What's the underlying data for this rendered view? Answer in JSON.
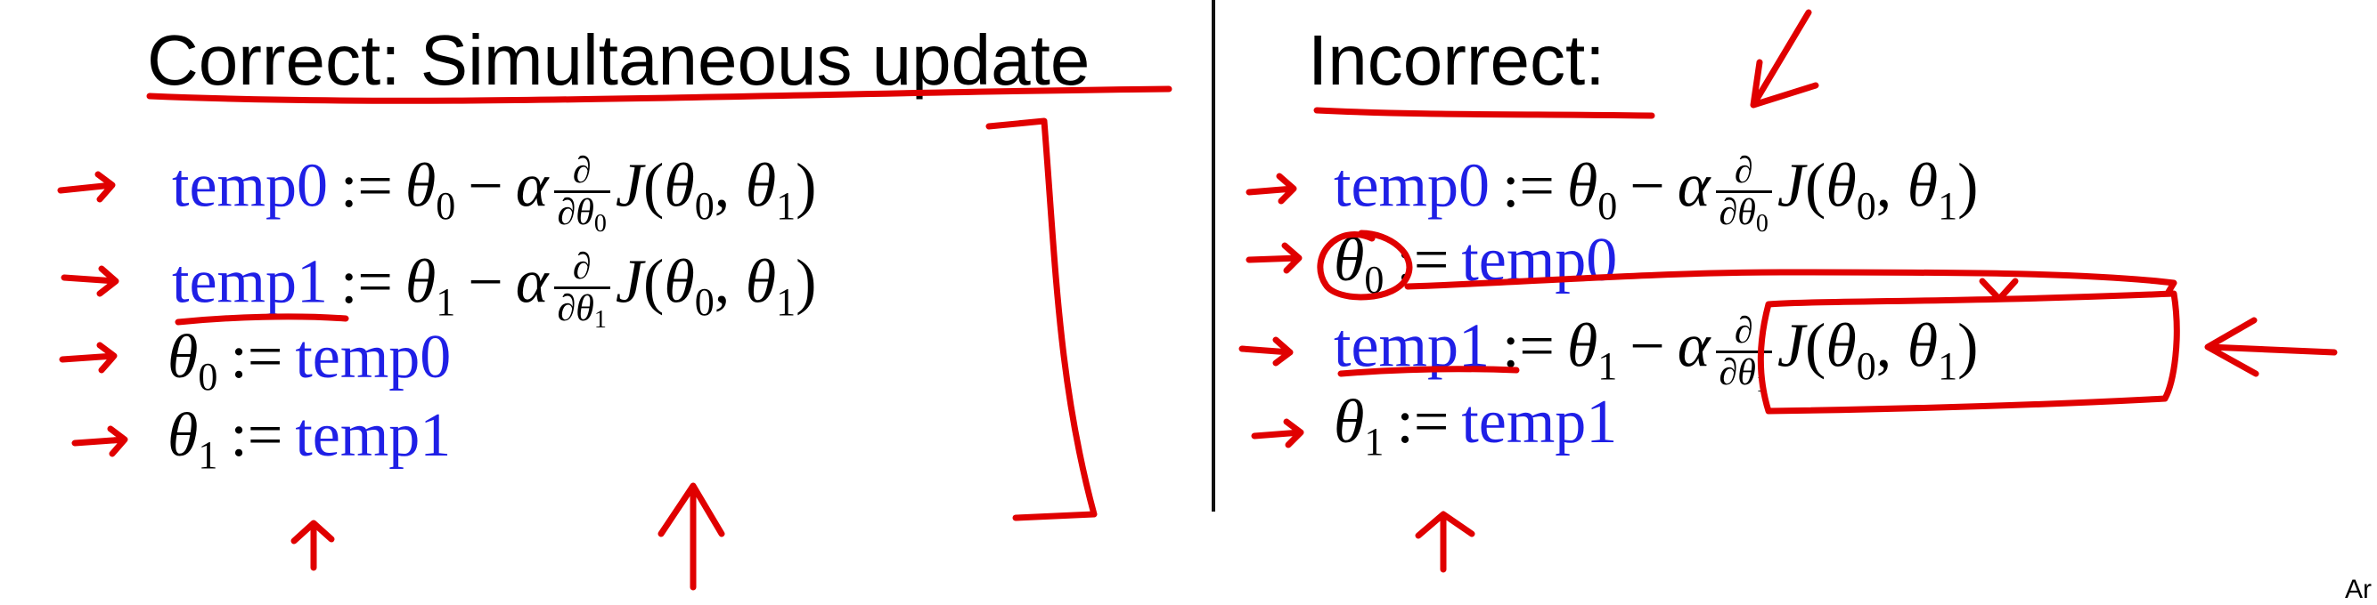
{
  "left": {
    "heading": "Correct: Simultaneous update",
    "temp0": "temp0",
    "temp1": "temp1",
    "theta0_label": "temp0",
    "theta1_label": "temp1"
  },
  "right": {
    "heading": "Incorrect:",
    "temp0": "temp0",
    "theta0_label": "temp0",
    "temp1": "temp1",
    "theta1_label": "temp1"
  },
  "footer": {
    "attribution": "Ar"
  },
  "colors": {
    "ink": "#e00000",
    "math_blue": "#1f1fe6",
    "text": "#000000"
  }
}
